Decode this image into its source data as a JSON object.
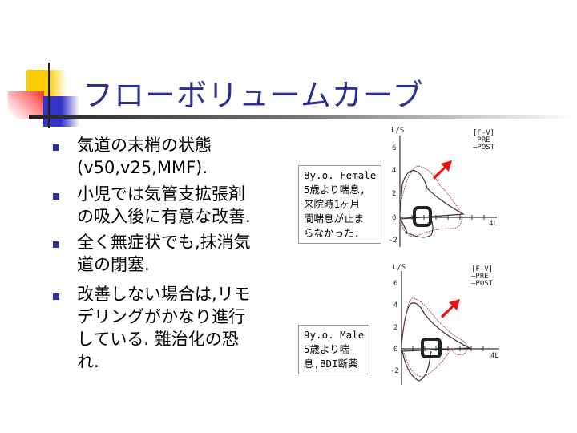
{
  "title": "フローボリュームカーブ",
  "bullets": [
    {
      "lines": [
        "気道の末梢の状態",
        "(v50,v25,MMF)."
      ]
    },
    {
      "lines": [
        "小児では気管支拡張剤",
        "の吸入後に有意な改善."
      ]
    },
    {
      "lines": [
        "全く無症状でも,抹消気",
        "道の閉塞."
      ]
    },
    {
      "lines": [
        "改善しない場合は,リモ",
        "デリングがかなり進行",
        "している. 難治化の恐",
        "れ."
      ]
    }
  ],
  "cases": [
    {
      "note": "8y.o. Female\n5歳より喘息,\n来院時1ヶ月\n間喘息が止ま\nらなかった.",
      "chart": {
        "ylabel": "L/S",
        "xlabel": "4L",
        "legend": [
          "[F-V]",
          "—PRE",
          "—POST"
        ],
        "yticks": [
          "6",
          "4",
          "2",
          "0",
          "-2"
        ]
      }
    },
    {
      "note": "9y.o. Male\n5歳より喘\n息,BDI断薬",
      "chart": {
        "ylabel": "L/S",
        "xlabel": "4L",
        "legend": [
          "[F-V]",
          "—PRE",
          "—POST"
        ],
        "yticks": [
          "6",
          "4",
          "2",
          "0",
          "-2"
        ]
      }
    }
  ],
  "colors": {
    "title": "#2e2e99",
    "arrow": "#ee1111",
    "bullet": "#2e2e99"
  }
}
